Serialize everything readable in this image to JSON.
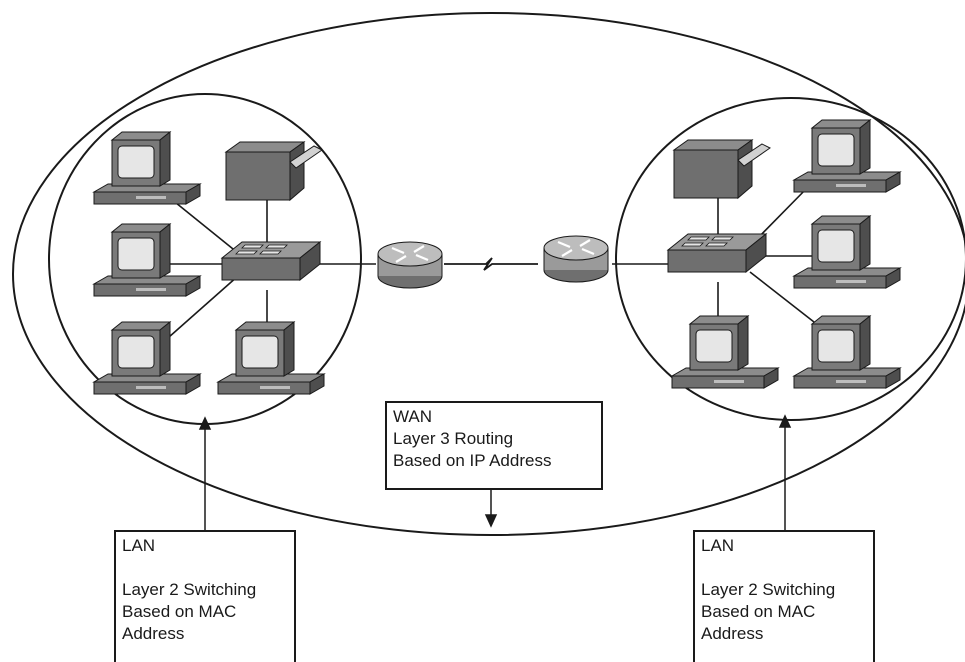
{
  "labels": {
    "wan": {
      "title": "WAN",
      "line1": "Layer 3 Routing",
      "line2": "Based on IP Address"
    },
    "lan_left": {
      "title": "LAN",
      "line1": "Layer 2 Switching",
      "line2": "Based on MAC",
      "line3": "Address"
    },
    "lan_right": {
      "title": "LAN",
      "line1": "Layer 2 Switching",
      "line2": "Based on MAC",
      "line3": "Address"
    }
  },
  "colors": {
    "stroke": "#1a1a1a",
    "device_dark": "#6f6f6f",
    "device_mid": "#9a9a9a",
    "device_light": "#c8c8c8",
    "screen": "#e6e6e6"
  },
  "icons": [
    "computer-icon",
    "printer-icon",
    "switch-icon",
    "router-icon",
    "serial-link-icon"
  ]
}
